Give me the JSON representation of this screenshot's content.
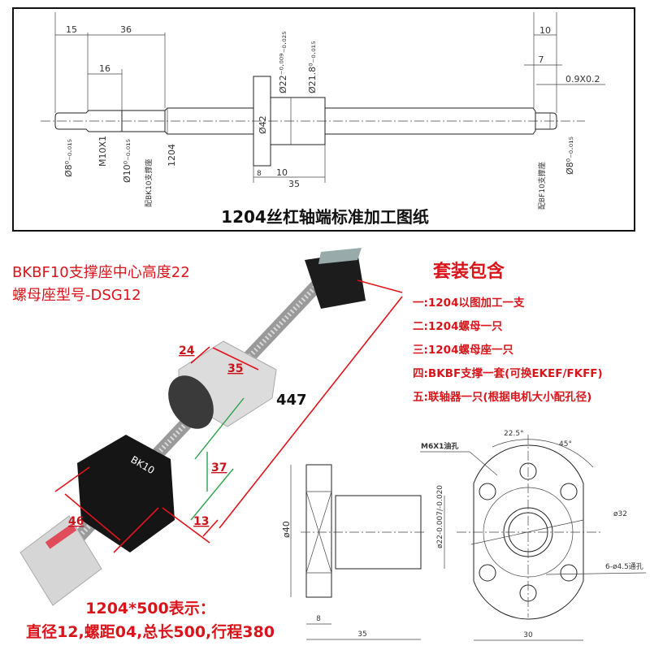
{
  "top_drawing": {
    "title": "1204丝杠轴端标准加工图纸",
    "dims": {
      "d15": "15",
      "d36": "36",
      "d16": "16",
      "phi8_left": "Ø8⁰₋₀.₀₁₅",
      "m10": "M10X1",
      "phi10": "Ø10⁰₋₀.₀₁₅",
      "bk10_note": "配BK10支撑座",
      "shaft": "1204",
      "phi42": "Ø42",
      "phi22": "Ø22⁻⁰·⁰⁰⁹₋₀.₀₂₅",
      "phi21_8": "Ø21.8⁰₋₀.₀₁₅",
      "d8": "8",
      "d10": "10",
      "d35": "35",
      "r10": "10",
      "r7": "7",
      "groove": "0.9X0.2",
      "bf10_note": "配BF10支撑座",
      "phi8_right": "Ø8⁰₋₀.₀₁₅"
    }
  },
  "photo": {
    "spec_line1": "BKBF10支撑座中心高度22",
    "spec_line2": "螺母座型号-DSG12",
    "labels": {
      "a": "24",
      "b": "35",
      "length": "447",
      "c": "37",
      "d": "46",
      "e": "13",
      "block": "BK10"
    },
    "caption_line1": "1204*500表示：",
    "caption_line2": "直径12,螺距04,总长500,行程380"
  },
  "kit": {
    "title": "套装包含",
    "items": [
      "一:1204以图加工一支",
      "二:1204螺母一只",
      "三:1204螺母座一只",
      "四:BKBF支撑一套(可换EKEF/FKFF)",
      "五:联轴器一只(根据电机大小配孔径)"
    ]
  },
  "nut_drawing": {
    "phi40": "ø40",
    "phi22": "ø22-0.007/-0.020",
    "d8": "8",
    "d35": "35",
    "oil_hole": "M6X1油孔",
    "angle1": "22.5°",
    "angle2": "45°",
    "phi32": "ø32",
    "holes": "6-ø4.5通孔",
    "d30": "30"
  },
  "colors": {
    "accent_red": "#d9151b",
    "green": "#2aa24a"
  }
}
